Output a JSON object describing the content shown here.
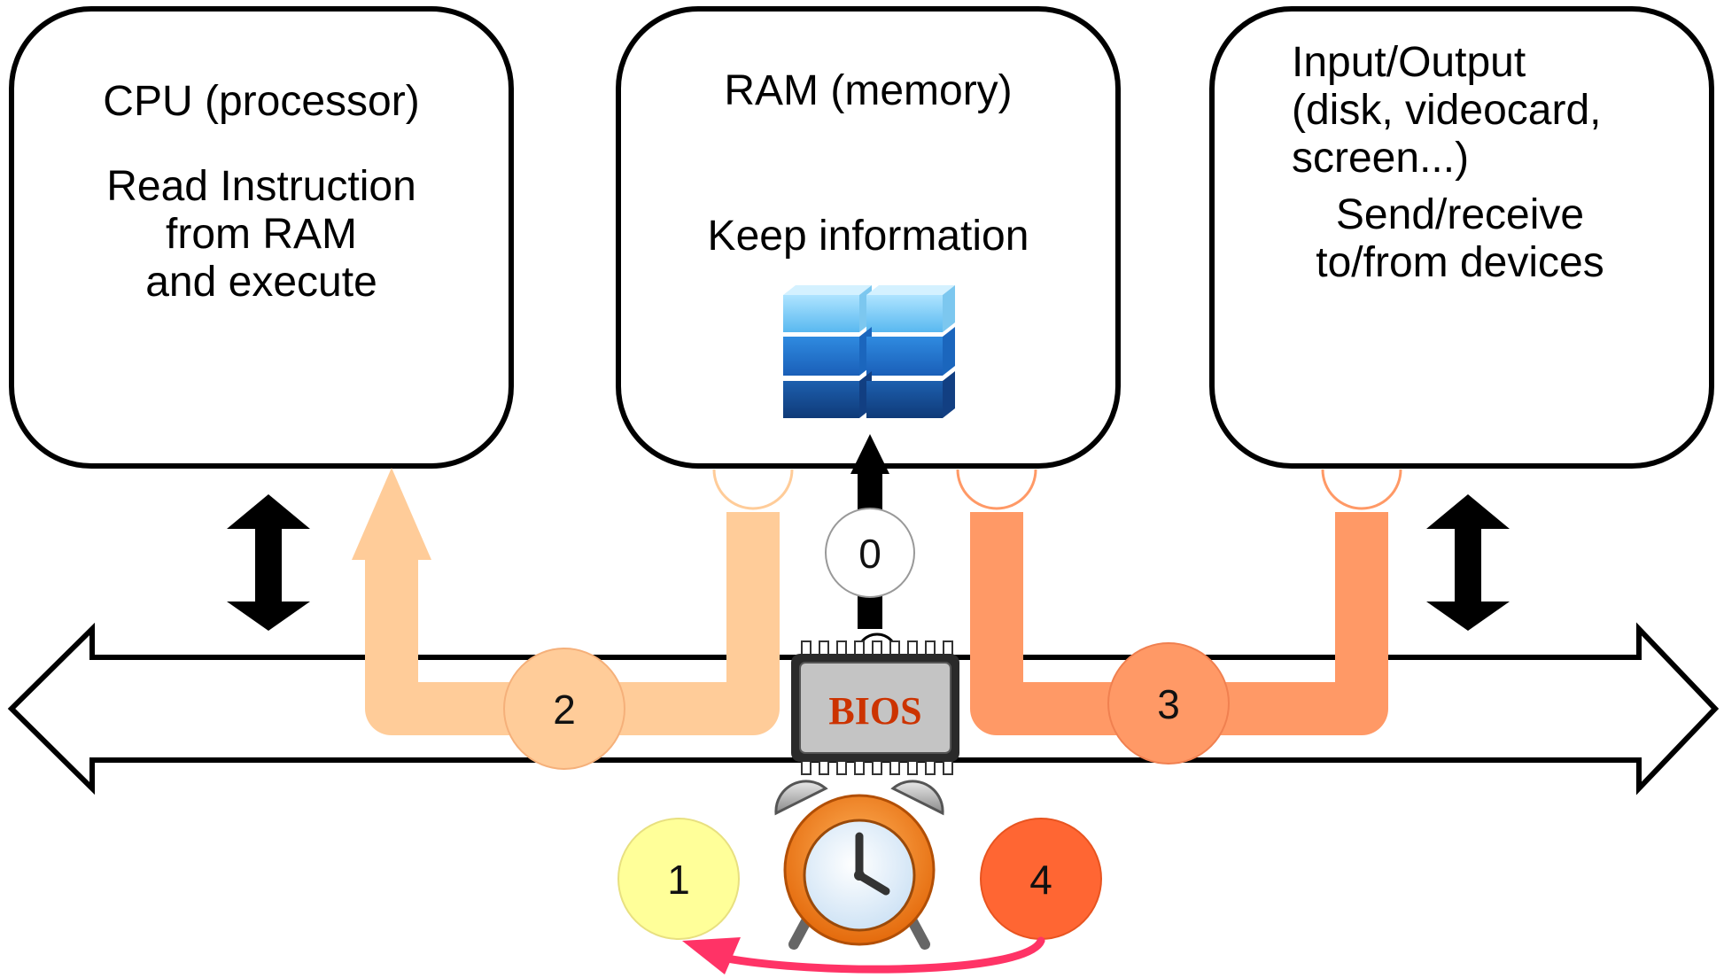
{
  "cpu": {
    "title": "CPU (processor)",
    "line1": "Read Instruction",
    "line2": "from RAM",
    "line3": "and execute"
  },
  "ram": {
    "title": "RAM (memory)",
    "desc": "Keep information"
  },
  "io": {
    "title1": "Input/Output",
    "title2": "(disk, videocard,",
    "title3": "screen...)",
    "desc1": "Send/receive",
    "desc2": "to/from devices"
  },
  "bios": {
    "label": "BIOS"
  },
  "steps": [
    "0",
    "1",
    "2",
    "3",
    "4"
  ],
  "colors": {
    "step0": "#ffffff",
    "step1": "#ffff99",
    "step2": "#ffcc99",
    "step3": "#ff9966",
    "step4": "#ff6633",
    "bios_text": "#cc3300",
    "loop_arrow": "#ff3366",
    "pipe_cpu_ram": "#ffcc99",
    "pipe_ram_io": "#ff9966"
  },
  "icons": [
    "double-arrow-icon",
    "ram-blocks-icon",
    "bios-chip-icon",
    "alarm-clock-icon"
  ]
}
